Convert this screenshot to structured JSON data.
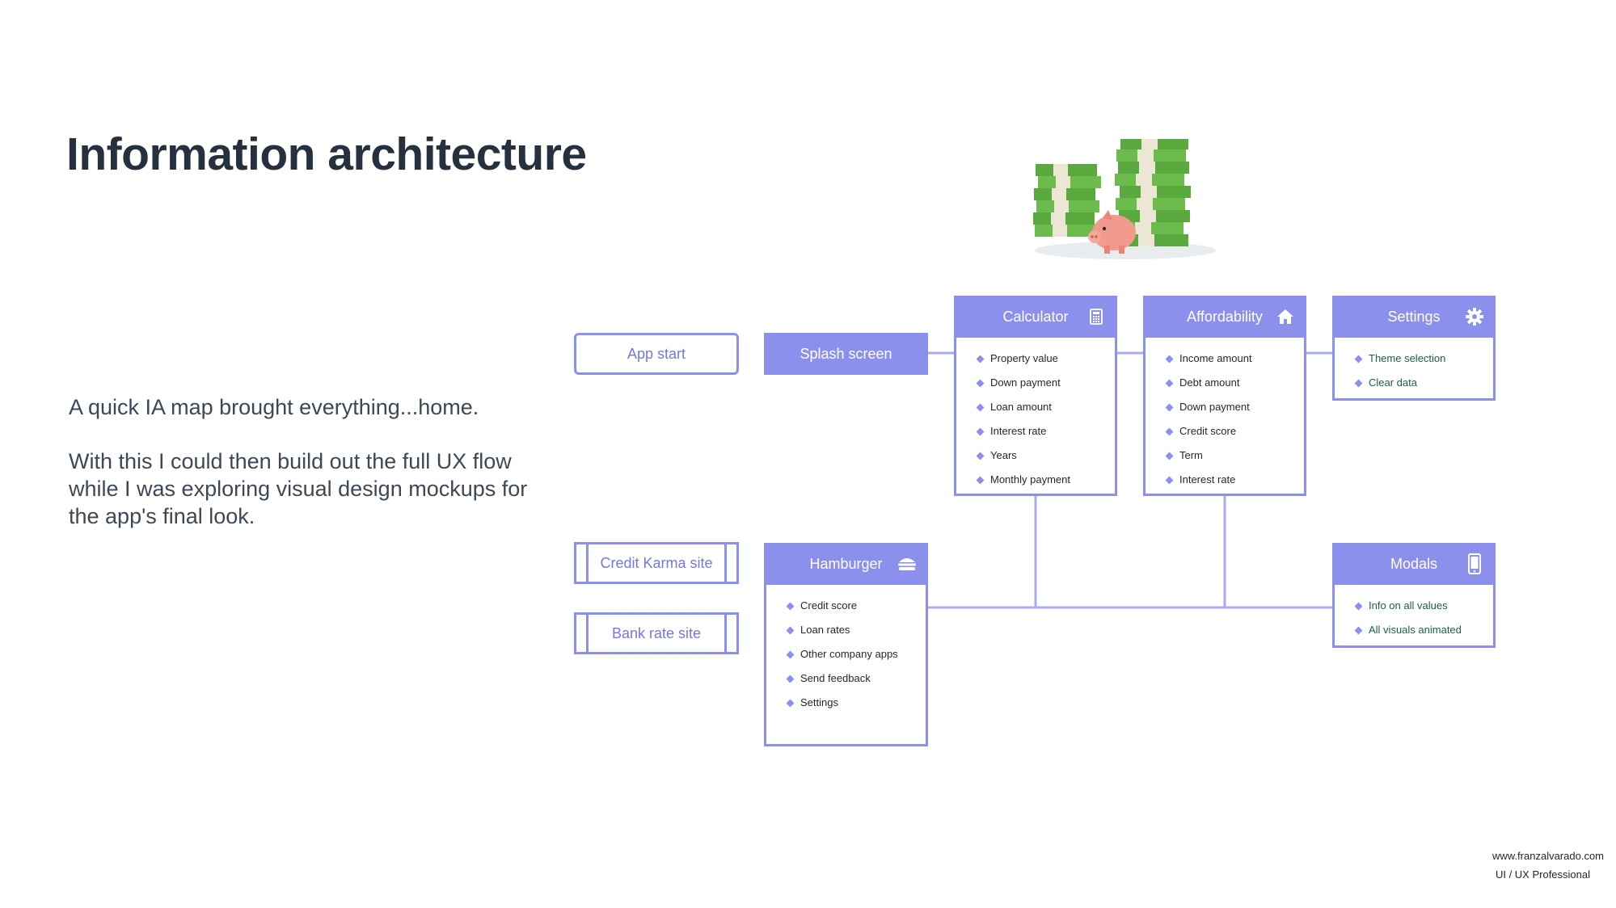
{
  "heading": {
    "title": "Information architecture"
  },
  "description": {
    "lead": "A quick IA map brought everything...home.",
    "body": "With this I could then build out the full UX flow while I was exploring visual design mockups for the app's final look."
  },
  "diagram": {
    "app_start": "App start",
    "splash": "Splash screen",
    "external_links": [
      "Credit Karma site",
      "Bank rate site"
    ],
    "calculator": {
      "title": "Calculator",
      "icon": "calculator-icon",
      "items": [
        "Property value",
        "Down payment",
        "Loan amount",
        "Interest rate",
        "Years",
        "Monthly payment"
      ]
    },
    "affordability": {
      "title": "Affordability",
      "icon": "home-icon",
      "items": [
        "Income amount",
        "Debt amount",
        "Down payment",
        "Credit score",
        "Term",
        "Interest rate"
      ]
    },
    "settings": {
      "title": "Settings",
      "icon": "gear-icon",
      "items": [
        "Theme selection",
        "Clear data"
      ]
    },
    "hamburger": {
      "title": "Hamburger",
      "icon": "hamburger-icon",
      "items": [
        "Credit score",
        "Loan rates",
        "Other company apps",
        "Send feedback",
        "Settings"
      ]
    },
    "modals": {
      "title": "Modals",
      "icon": "phone-icon",
      "items": [
        "Info on all values",
        "All visuals animated"
      ]
    }
  },
  "illustration": {
    "name": "money-stacks-piggy-bank-illustration"
  },
  "footer": {
    "site": "www.franzalvarado.com",
    "role": "UI / UX Professional"
  },
  "colors": {
    "accent": "#8a90eb",
    "text_dark": "#25313f",
    "item_text_green": "#1d5e4a"
  }
}
